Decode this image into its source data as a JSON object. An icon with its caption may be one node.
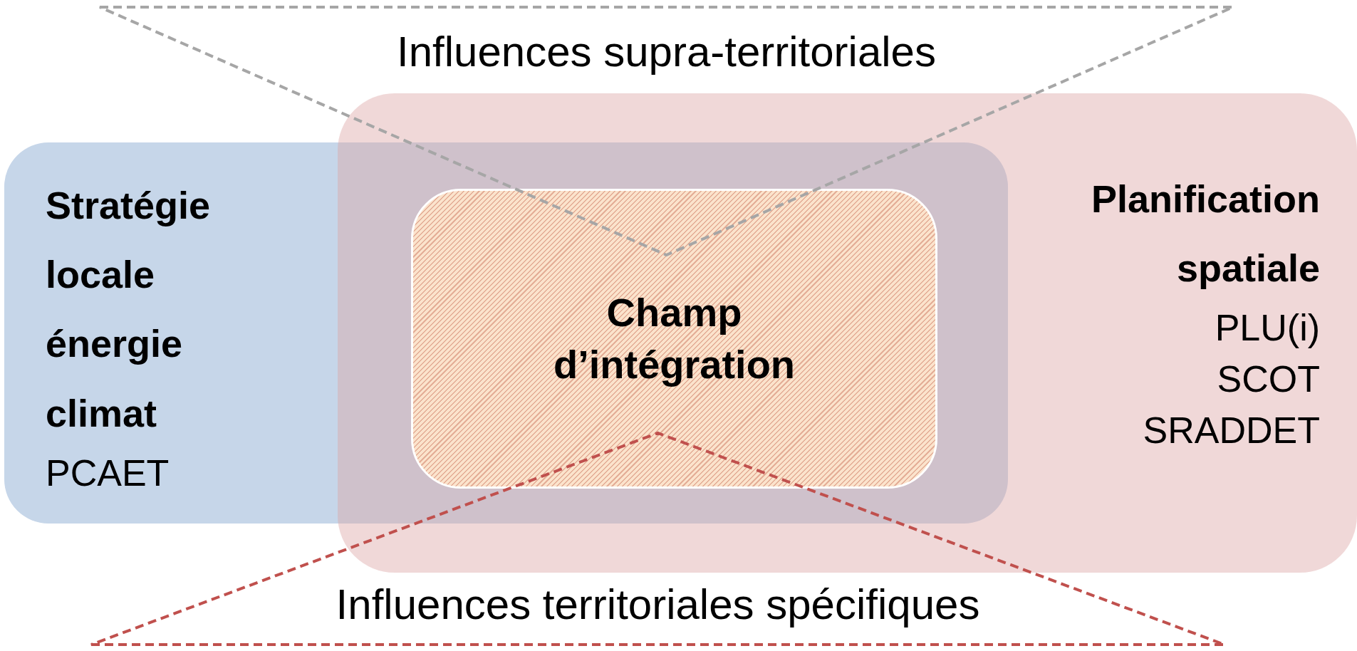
{
  "diagram": {
    "nodes": [
      {
        "text": [
          "Stratégie locale énergie climat",
          "PCAET"
        ]
      },
      {
        "text": [
          "Planification spatiale",
          "PLU(i)",
          "SCOT",
          "SRADDET"
        ]
      },
      {
        "text": [
          "Champ d’intégration"
        ]
      },
      {
        "text": [
          "Influences supra-territoriales"
        ]
      },
      {
        "text": [
          "Influences territoriales spécifiques"
        ]
      }
    ]
  }
}
